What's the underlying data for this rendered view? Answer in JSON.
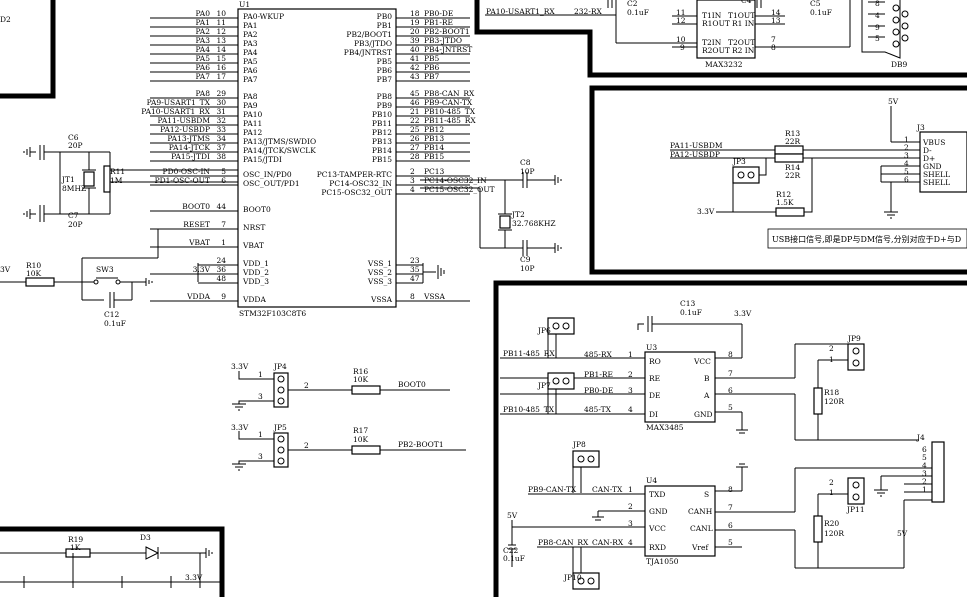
{
  "u1": {
    "ref": "U1",
    "part": "STM32F103C8T6",
    "left_pins": [
      {
        "net": "PA0",
        "num": "10",
        "name": "PA0-WKUP"
      },
      {
        "net": "PA1",
        "num": "11",
        "name": "PA1"
      },
      {
        "net": "PA2",
        "num": "12",
        "name": "PA2"
      },
      {
        "net": "PA3",
        "num": "13",
        "name": "PA3"
      },
      {
        "net": "PA4",
        "num": "14",
        "name": "PA4"
      },
      {
        "net": "PA5",
        "num": "15",
        "name": "PA5"
      },
      {
        "net": "PA6",
        "num": "16",
        "name": "PA6"
      },
      {
        "net": "PA7",
        "num": "17",
        "name": "PA7"
      },
      {
        "net": "PA8",
        "num": "29",
        "name": "PA8"
      },
      {
        "net": "PA9-USART1_TX",
        "num": "30",
        "name": "PA9"
      },
      {
        "net": "PA10-USART1_RX",
        "num": "31",
        "name": "PA10"
      },
      {
        "net": "PA11-USBDM",
        "num": "32",
        "name": "PA11"
      },
      {
        "net": "PA12-USBDP",
        "num": "33",
        "name": "PA12"
      },
      {
        "net": "PA13-JTMS",
        "num": "34",
        "name": "PA13/JTMS/SWDIO"
      },
      {
        "net": "PA14-JTCK",
        "num": "37",
        "name": "PA14/JTCK/SWCLK"
      },
      {
        "net": "PA15-JTDI",
        "num": "38",
        "name": "PA15/JTDI"
      },
      {
        "net": "PD0-OSC-IN",
        "num": "5",
        "name": "OSC_IN/PD0"
      },
      {
        "net": "PD1-OSC-OUT",
        "num": "6",
        "name": "OSC_OUT/PD1"
      },
      {
        "net": "BOOT0",
        "num": "44",
        "name": "BOOT0"
      },
      {
        "net": "RESET",
        "num": "7",
        "name": "NRST"
      },
      {
        "net": "VBAT",
        "num": "1",
        "name": "VBAT"
      },
      {
        "net": "",
        "num": "24",
        "name": "VDD_1"
      },
      {
        "net": "3.3V",
        "num": "36",
        "name": "VDD_2"
      },
      {
        "net": "",
        "num": "48",
        "name": "VDD_3"
      },
      {
        "net": "VDDA",
        "num": "9",
        "name": "VDDA"
      }
    ],
    "right_pins": [
      {
        "name": "PB0",
        "num": "18",
        "net": "PB0-DE"
      },
      {
        "name": "PB1",
        "num": "19",
        "net": "PB1-RE"
      },
      {
        "name": "PB2/BOOT1",
        "num": "20",
        "net": "PB2-BOOT1"
      },
      {
        "name": "PB3/JTDO",
        "num": "39",
        "net": "PB3-JTDO"
      },
      {
        "name": "PB4/JNTRST",
        "num": "40",
        "net": "PB4-JNTRST"
      },
      {
        "name": "PB5",
        "num": "41",
        "net": "PB5"
      },
      {
        "name": "PB6",
        "num": "42",
        "net": "PB6"
      },
      {
        "name": "PB7",
        "num": "43",
        "net": "PB7"
      },
      {
        "name": "PB8",
        "num": "45",
        "net": "PB8-CAN_RX"
      },
      {
        "name": "PB9",
        "num": "46",
        "net": "PB9-CAN-TX"
      },
      {
        "name": "PB10",
        "num": "21",
        "net": "PB10-485_TX"
      },
      {
        "name": "PB11",
        "num": "22",
        "net": "PB11-485_RX"
      },
      {
        "name": "PB12",
        "num": "25",
        "net": "PB12"
      },
      {
        "name": "PB13",
        "num": "26",
        "net": "PB13"
      },
      {
        "name": "PB14",
        "num": "27",
        "net": "PB14"
      },
      {
        "name": "PB15",
        "num": "28",
        "net": "PB15"
      },
      {
        "name": "PC13-TAMPER-RTC",
        "num": "2",
        "net": "PC13"
      },
      {
        "name": "PC14-OSC32_IN",
        "num": "3",
        "net": "PC14-OSC32_IN"
      },
      {
        "name": "PC15-OSC32_OUT",
        "num": "4",
        "net": "PC15-OSC32_OUT"
      },
      {
        "name": "VSS_1",
        "num": "23",
        "net": ""
      },
      {
        "name": "VSS_2",
        "num": "35",
        "net": ""
      },
      {
        "name": "VSS_3",
        "num": "47",
        "net": ""
      },
      {
        "name": "VSSA",
        "num": "8",
        "net": "VSSA"
      }
    ]
  },
  "osc": {
    "c6": "C6",
    "c6_val": "20P",
    "c7": "C7",
    "c7_val": "20P",
    "jt1": "JT1",
    "jt1_val": "8MHZ",
    "r11": "R11",
    "r11_val": "1M",
    "c8": "C8",
    "c8_val": "10P",
    "c9": "C9",
    "c9_val": "10P",
    "jt2": "JT2",
    "jt2_val": "32.768KHZ"
  },
  "reset": {
    "r10": "R10",
    "r10_val": "10K",
    "sw": "SW3",
    "c12": "C12",
    "c12_val": "0.1uF",
    "vcc": "3V"
  },
  "boot": {
    "jp4": "JP4",
    "jp5": "JP5",
    "r16": "R16",
    "r16_val": "10K",
    "r17": "R17",
    "r17_val": "10K",
    "boot0": "BOOT0",
    "boot1": "PB2-BOOT1",
    "v1": "3.3V",
    "v2": "3.3V",
    "p1": "1",
    "p2": "2",
    "p3": "3"
  },
  "led": {
    "r19": "R19",
    "r19_val": "1K",
    "d3": "D3",
    "v": "3.3V"
  },
  "topleft": {
    "d2": "D2"
  },
  "max3232": {
    "ref": "MAX3232",
    "c2": "C2",
    "c2_val": "0.1uF",
    "c4": "C4",
    "c5": "C5",
    "c5_val": "0.1uF",
    "net_rx": "PA10-USART1_RX",
    "net_232rx": "232-RX",
    "t1in": "T1IN",
    "t1out": "T1OUT",
    "r1out": "R1OUT",
    "r1in": "R1 IN",
    "t2in": "T2IN",
    "t2out": "T2OUT",
    "r2out": "R2OUT",
    "r2in": "R2 IN",
    "n11": "11",
    "n12": "12",
    "n10": "10",
    "n9": "9",
    "n14": "14",
    "n13": "13",
    "n7": "7",
    "n8": "8",
    "db9": "DB9",
    "db_pins": [
      "8",
      "4",
      "9",
      "5"
    ]
  },
  "usb": {
    "v5": "5V",
    "j3": "J3",
    "r13": "R13",
    "r13_val": "22R",
    "r14": "R14",
    "r14_val": "22R",
    "r12": "R12",
    "r12_val": "1.5K",
    "jp3": "JP3",
    "v33": "3.3V",
    "dm": "PA11-USBDM",
    "dp": "PA12-USBDP",
    "pins": [
      {
        "num": "1",
        "name": "VBUS"
      },
      {
        "num": "2",
        "name": "D-"
      },
      {
        "num": "3",
        "name": "D+"
      },
      {
        "num": "4",
        "name": "GND"
      },
      {
        "num": "5",
        "name": "SHELL"
      },
      {
        "num": "6",
        "name": "SHELL"
      }
    ],
    "note": "USB接口信号,即是DP与DM信号,分别对应于D+与D"
  },
  "max3485": {
    "ref": "U3",
    "part": "MAX3485",
    "c13": "C13",
    "c13_val": "0.1uF",
    "v": "3.3V",
    "jp6": "JP6",
    "jp7": "JP7",
    "net_rx": "PB11-485_RX",
    "net_tx": "PB10-485_TX",
    "n485rx": "485-RX",
    "pb1re": "PB1-RE",
    "pb0de": "PB0-DE",
    "n485tx": "485-TX",
    "ro": "RO",
    "re": "RE",
    "de": "DE",
    "di": "DI",
    "vcc": "VCC",
    "b": "B",
    "a": "A",
    "gnd": "GND",
    "p1": "1",
    "p2": "2",
    "p3": "3",
    "p4": "4",
    "p5": "5",
    "p6": "6",
    "p7": "7",
    "p8": "8",
    "jp9": "JP9",
    "r18": "R18",
    "r18_val": "120R",
    "j4": "J4",
    "j4_pins": [
      "6",
      "5",
      "4",
      "3",
      "2",
      "1"
    ],
    "v5": "5V"
  },
  "tja": {
    "ref": "U4",
    "part": "TJA1050",
    "jp8": "JP8",
    "net_tx": "PB9-CAN-TX",
    "can_tx": "CAN-TX",
    "net_rx": "PB8-CAN_RX",
    "can_rx": "CAN-RX",
    "v5": "5V",
    "c22": "C22",
    "c22_val": "0.1uF",
    "txd": "TXD",
    "gnd": "GND",
    "vcc": "VCC",
    "rxd": "RXD",
    "s": "S",
    "canh": "CANH",
    "canl": "CANL",
    "vref": "Vref",
    "p1": "1",
    "p2": "2",
    "p3": "3",
    "p4": "4",
    "p5": "5",
    "p6": "6",
    "p7": "7",
    "p8": "8",
    "jp11": "JP11",
    "r20": "R20",
    "r20_val": "120R",
    "jp10": "JP10"
  }
}
